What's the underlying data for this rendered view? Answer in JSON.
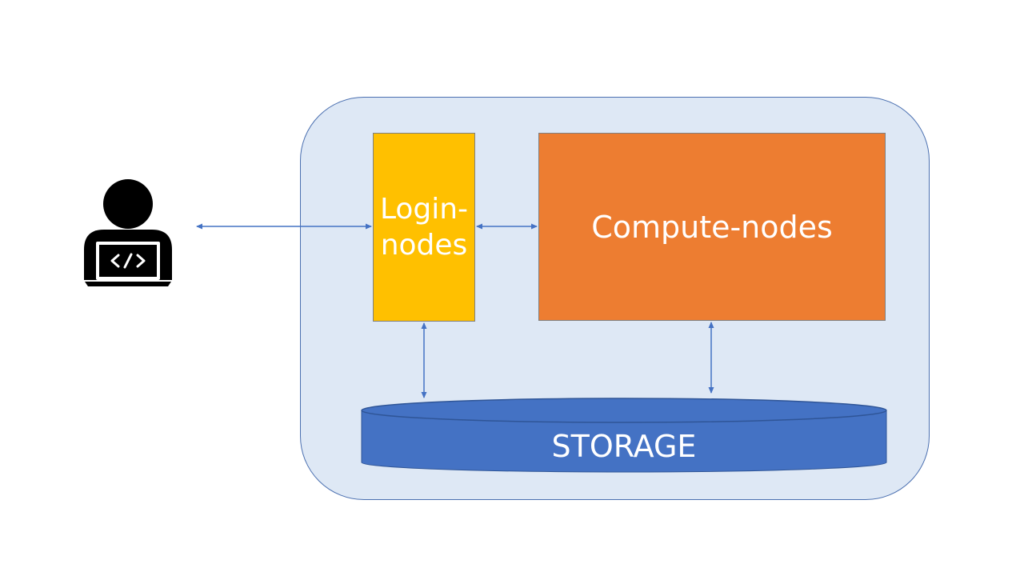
{
  "diagram": {
    "login_nodes": {
      "line1": "Login-",
      "line2": "nodes"
    },
    "compute_nodes": {
      "label": "Compute-nodes"
    },
    "storage": {
      "label": "STORAGE"
    },
    "user_icon": "developer-laptop-icon"
  },
  "colors": {
    "cluster_bg": "#dee8f5",
    "cluster_border": "#4a6fb0",
    "login": "#ffc000",
    "compute": "#ed7d31",
    "storage": "#4472c4",
    "arrow": "#4472c4"
  }
}
